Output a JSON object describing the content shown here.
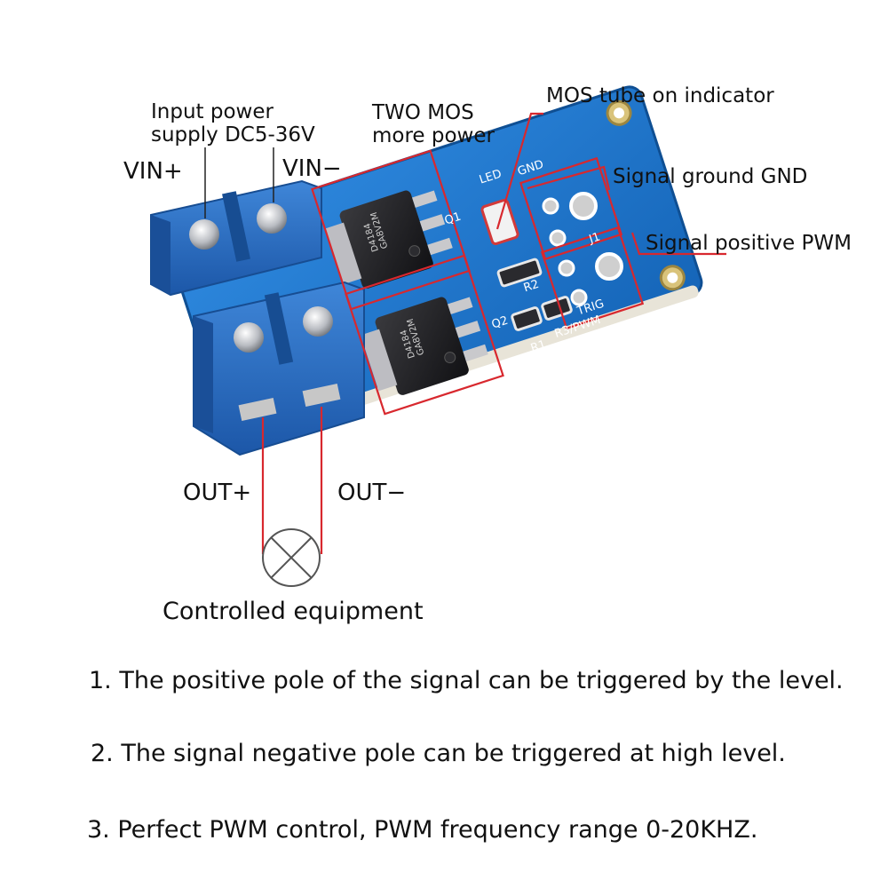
{
  "callouts": {
    "input_power_line1": "Input power",
    "input_power_line2": "supply DC5-36V",
    "vin_plus": "VIN+",
    "vin_minus": "VIN−",
    "two_mos_line1": "TWO MOS",
    "two_mos_line2": "more power",
    "mos_indicator": "MOS tube on indicator",
    "signal_ground": "Signal ground GND",
    "signal_pwm": "Signal positive PWM",
    "out_plus": "OUT+",
    "out_minus": "OUT−",
    "controlled_equipment": "Controlled equipment"
  },
  "board": {
    "led_label": "LED",
    "gnd_label": "GND",
    "q1": "Q1",
    "q2": "Q2",
    "r1": "R1",
    "r2": "R2",
    "r3_pwm": "R3/PWM",
    "trig": "TRIG",
    "j1": "J1",
    "mosfet_marking_1": "D4184",
    "mosfet_marking_2": "GA8V2M"
  },
  "notes": [
    "1. The positive pole of the signal can be triggered by the level.",
    "2. The signal negative pole can be triggered at high level.",
    "3. Perfect PWM control, PWM frequency range 0-20KHZ."
  ],
  "colors": {
    "board_blue": "#1a72c9",
    "terminal_blue": "#2a6fc4",
    "callout_red": "#d8282e",
    "mosfet_black": "#1c1c1e"
  }
}
